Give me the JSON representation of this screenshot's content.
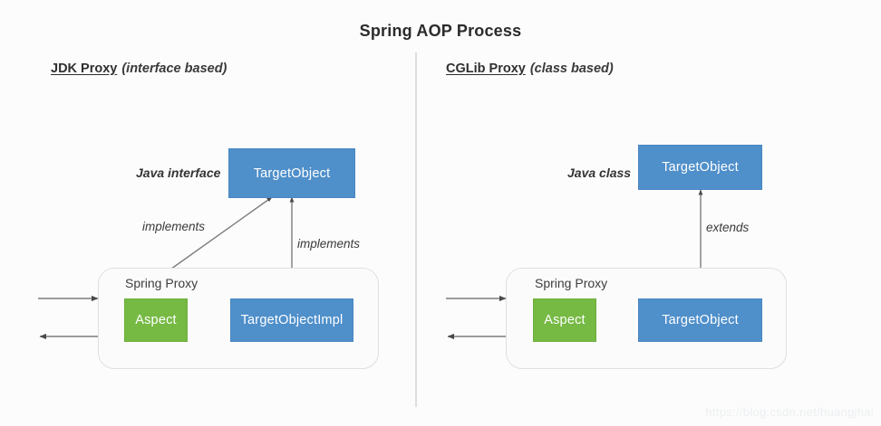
{
  "page": {
    "title": "Spring AOP Process",
    "background_color": "#fcfcfc",
    "watermark": "https://blog.csdn.net/huangjhai"
  },
  "colors": {
    "node_blue": "#4f8fca",
    "node_green": "#76b943",
    "proxy_border": "#dde0e3",
    "connector": "#6b6b6b",
    "divider": "#dcdfe2",
    "title_text": "#2b2b2b"
  },
  "sections": {
    "left": {
      "heading_strong": "JDK Proxy",
      "heading_sub": "(interface based)",
      "type_label": "Java interface",
      "top_node": "TargetObject",
      "proxy_label": "Spring Proxy",
      "aspect_node": "Aspect",
      "impl_node": "TargetObjectImpl",
      "edge_label_diagonal": "implements",
      "edge_label_vertical": "implements"
    },
    "right": {
      "heading_strong": "CGLib Proxy",
      "heading_sub": "(class based)",
      "type_label": "Java class",
      "top_node": "TargetObject",
      "proxy_label": "Spring Proxy",
      "aspect_node": "Aspect",
      "impl_node": "TargetObject",
      "edge_label_vertical": "extends"
    }
  }
}
